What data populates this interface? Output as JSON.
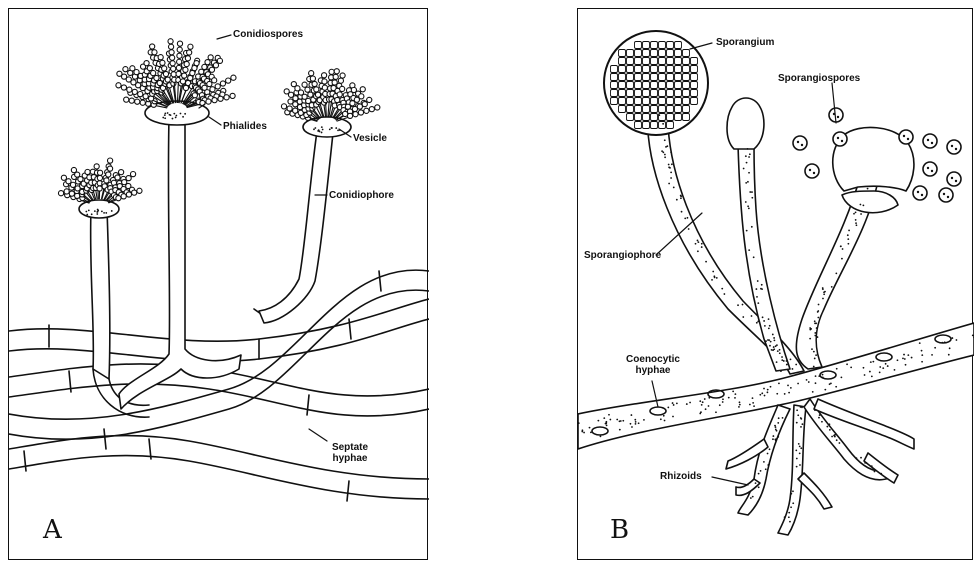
{
  "panel_a": {
    "letter": "A",
    "labels": {
      "conidiospores": "Conidiospores",
      "phialides": "Phialides",
      "vesicle": "Vesicle",
      "conidiophore": "Conidiophore",
      "septate_hyphae_line1": "Septate",
      "septate_hyphae_line2": "hyphae"
    }
  },
  "panel_b": {
    "letter": "B",
    "labels": {
      "sporangium": "Sporangium",
      "sporangiospores": "Sporangiospores",
      "sporangiophore": "Sporangiophore",
      "coenocytic_hyphae_line1": "Coenocytic",
      "coenocytic_hyphae_line2": "hyphae",
      "rhizoids": "Rhizoids"
    }
  }
}
